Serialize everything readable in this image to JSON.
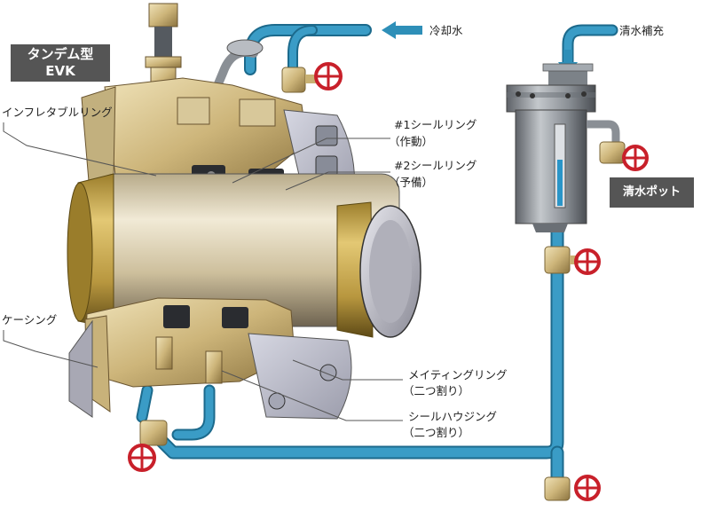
{
  "title": {
    "line1": "タンデム型",
    "line2": "EVK"
  },
  "pot_label": "清水ポット",
  "labels": {
    "cooling_water": "冷却水",
    "fresh_water_supply": "清水補充",
    "inflatable_ring": "インフレタブルリング",
    "seal_ring_1": "#1シールリング",
    "seal_ring_1_note": "（作動）",
    "seal_ring_2": "#2シールリング",
    "seal_ring_2_note": "（予備）",
    "casing": "ケーシング",
    "mating_ring": "メイティングリング",
    "mating_ring_note": "（二つ割り）",
    "seal_housing": "シールハウジング",
    "seal_housing_note": "（二つ割り）"
  },
  "colors": {
    "pipe": "#2e8fb8",
    "pipe_dark": "#1c6a8c",
    "badge": "#555555",
    "valve_handle": "#c8202a",
    "brass": "#b89a55",
    "shaft_gold": "#c6a64c",
    "steel": "#9aa0a6"
  }
}
